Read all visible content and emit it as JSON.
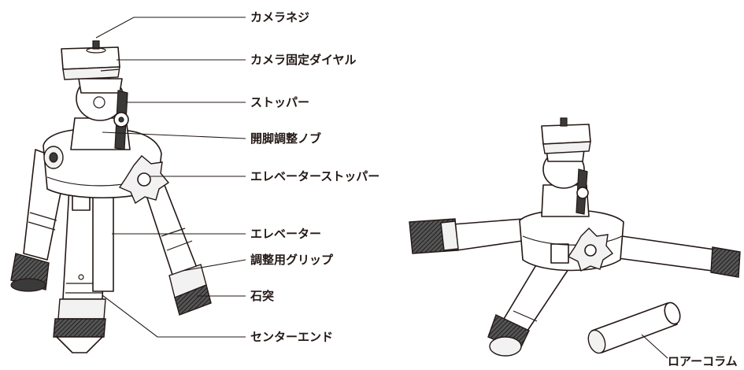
{
  "labels": {
    "camera_screw": "カメラネジ",
    "camera_dial": "カメラ固定ダイヤル",
    "stopper": "ストッパー",
    "leg_knob": "開脚調整ノブ",
    "elevator_stopper": "エレベーターストッパー",
    "elevator": "エレベーター",
    "grip": "調整用グリップ",
    "stone_tip": "石突",
    "center_end": "センターエンド",
    "low_column": "ロアーコラム"
  }
}
